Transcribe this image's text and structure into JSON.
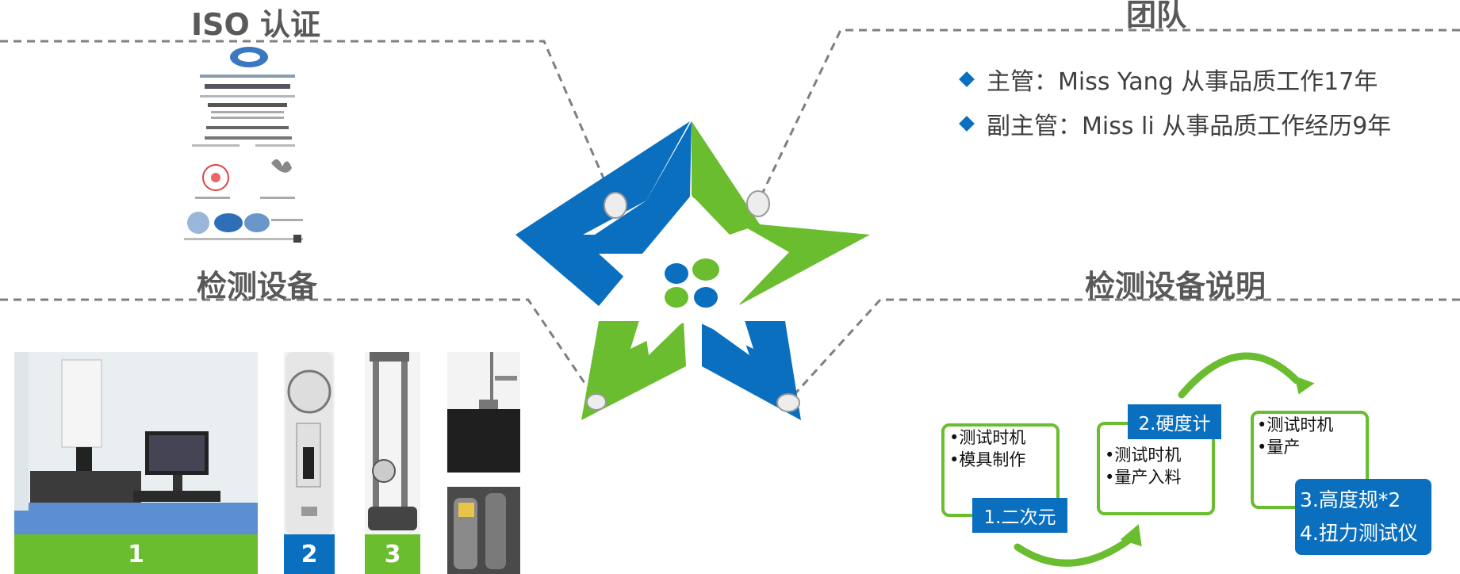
{
  "headings": {
    "iso": "ISO 认证",
    "team": "团队",
    "equipment": "检测设备",
    "equipment_notes": "检测设备说明"
  },
  "team": {
    "items": [
      "主管：Miss Yang 从事品质工作17年",
      "副主管：Miss li 从事品质工作经历9年"
    ]
  },
  "equipment_photos": {
    "labels": [
      "1",
      "2",
      "3"
    ]
  },
  "process": {
    "step1": {
      "title": "1.二次元",
      "lines": [
        "•测试时机",
        "•模具制作"
      ]
    },
    "step2": {
      "title": "2.硬度计",
      "lines": [
        "•测试时机",
        "•量产入料"
      ]
    },
    "step3": {
      "title_lines": [
        "3.高度规*2",
        "4.扭力测试仪"
      ],
      "lines": [
        "•测试时机",
        "•量产"
      ]
    }
  },
  "colors": {
    "blue": "#0a6fbf",
    "green": "#6abd2e",
    "heading_gray": "#595959",
    "dashed_line": "#7f7f7f"
  },
  "icons": [
    "star-logo",
    "diamond-bullet-icon",
    "curved-arrow-icon",
    "certificate-image",
    "equipment-photo"
  ]
}
